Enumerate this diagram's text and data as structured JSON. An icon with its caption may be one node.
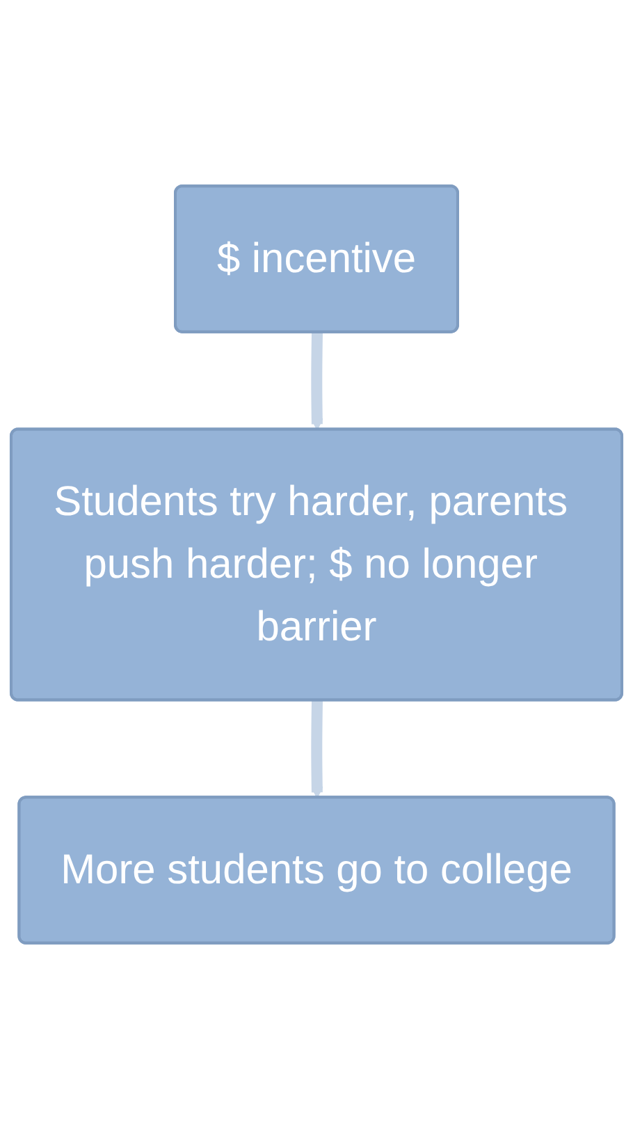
{
  "diagram": {
    "nodes": [
      {
        "text": [
          "$ incentive"
        ]
      },
      {
        "text": [
          "Students try harder, parents push harder; $ no longer barrier"
        ]
      },
      {
        "text": [
          "More students go to college"
        ]
      }
    ],
    "edges": [
      {
        "from": 0,
        "to": 1,
        "arrow": "to"
      },
      {
        "from": 1,
        "to": 2,
        "arrow": "to"
      }
    ]
  }
}
